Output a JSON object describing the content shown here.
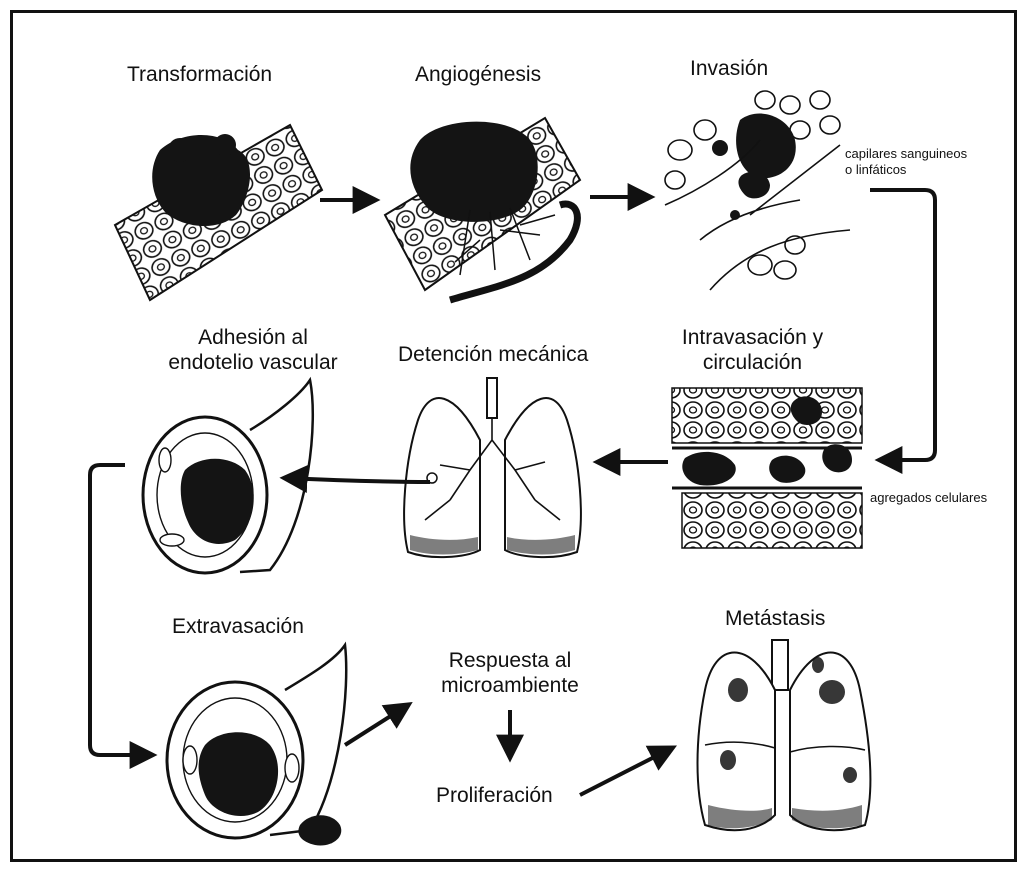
{
  "stages": {
    "transformacion": "Transformación",
    "angiogenesis": "Angiogénesis",
    "invasion": "Invasión",
    "intravasacion": "Intravasación y\ncirculación",
    "detencion": "Detención mecánica",
    "adhesion": "Adhesión al\nendotelio vascular",
    "extravasacion": "Extravasación",
    "respuesta": "Respuesta al\nmicroambiente",
    "proliferacion": "Proliferación",
    "metastasis": "Metástasis"
  },
  "annotations": {
    "capilares": "capilares sanguineos\no linfáticos",
    "agregados": "agregados celulares"
  }
}
